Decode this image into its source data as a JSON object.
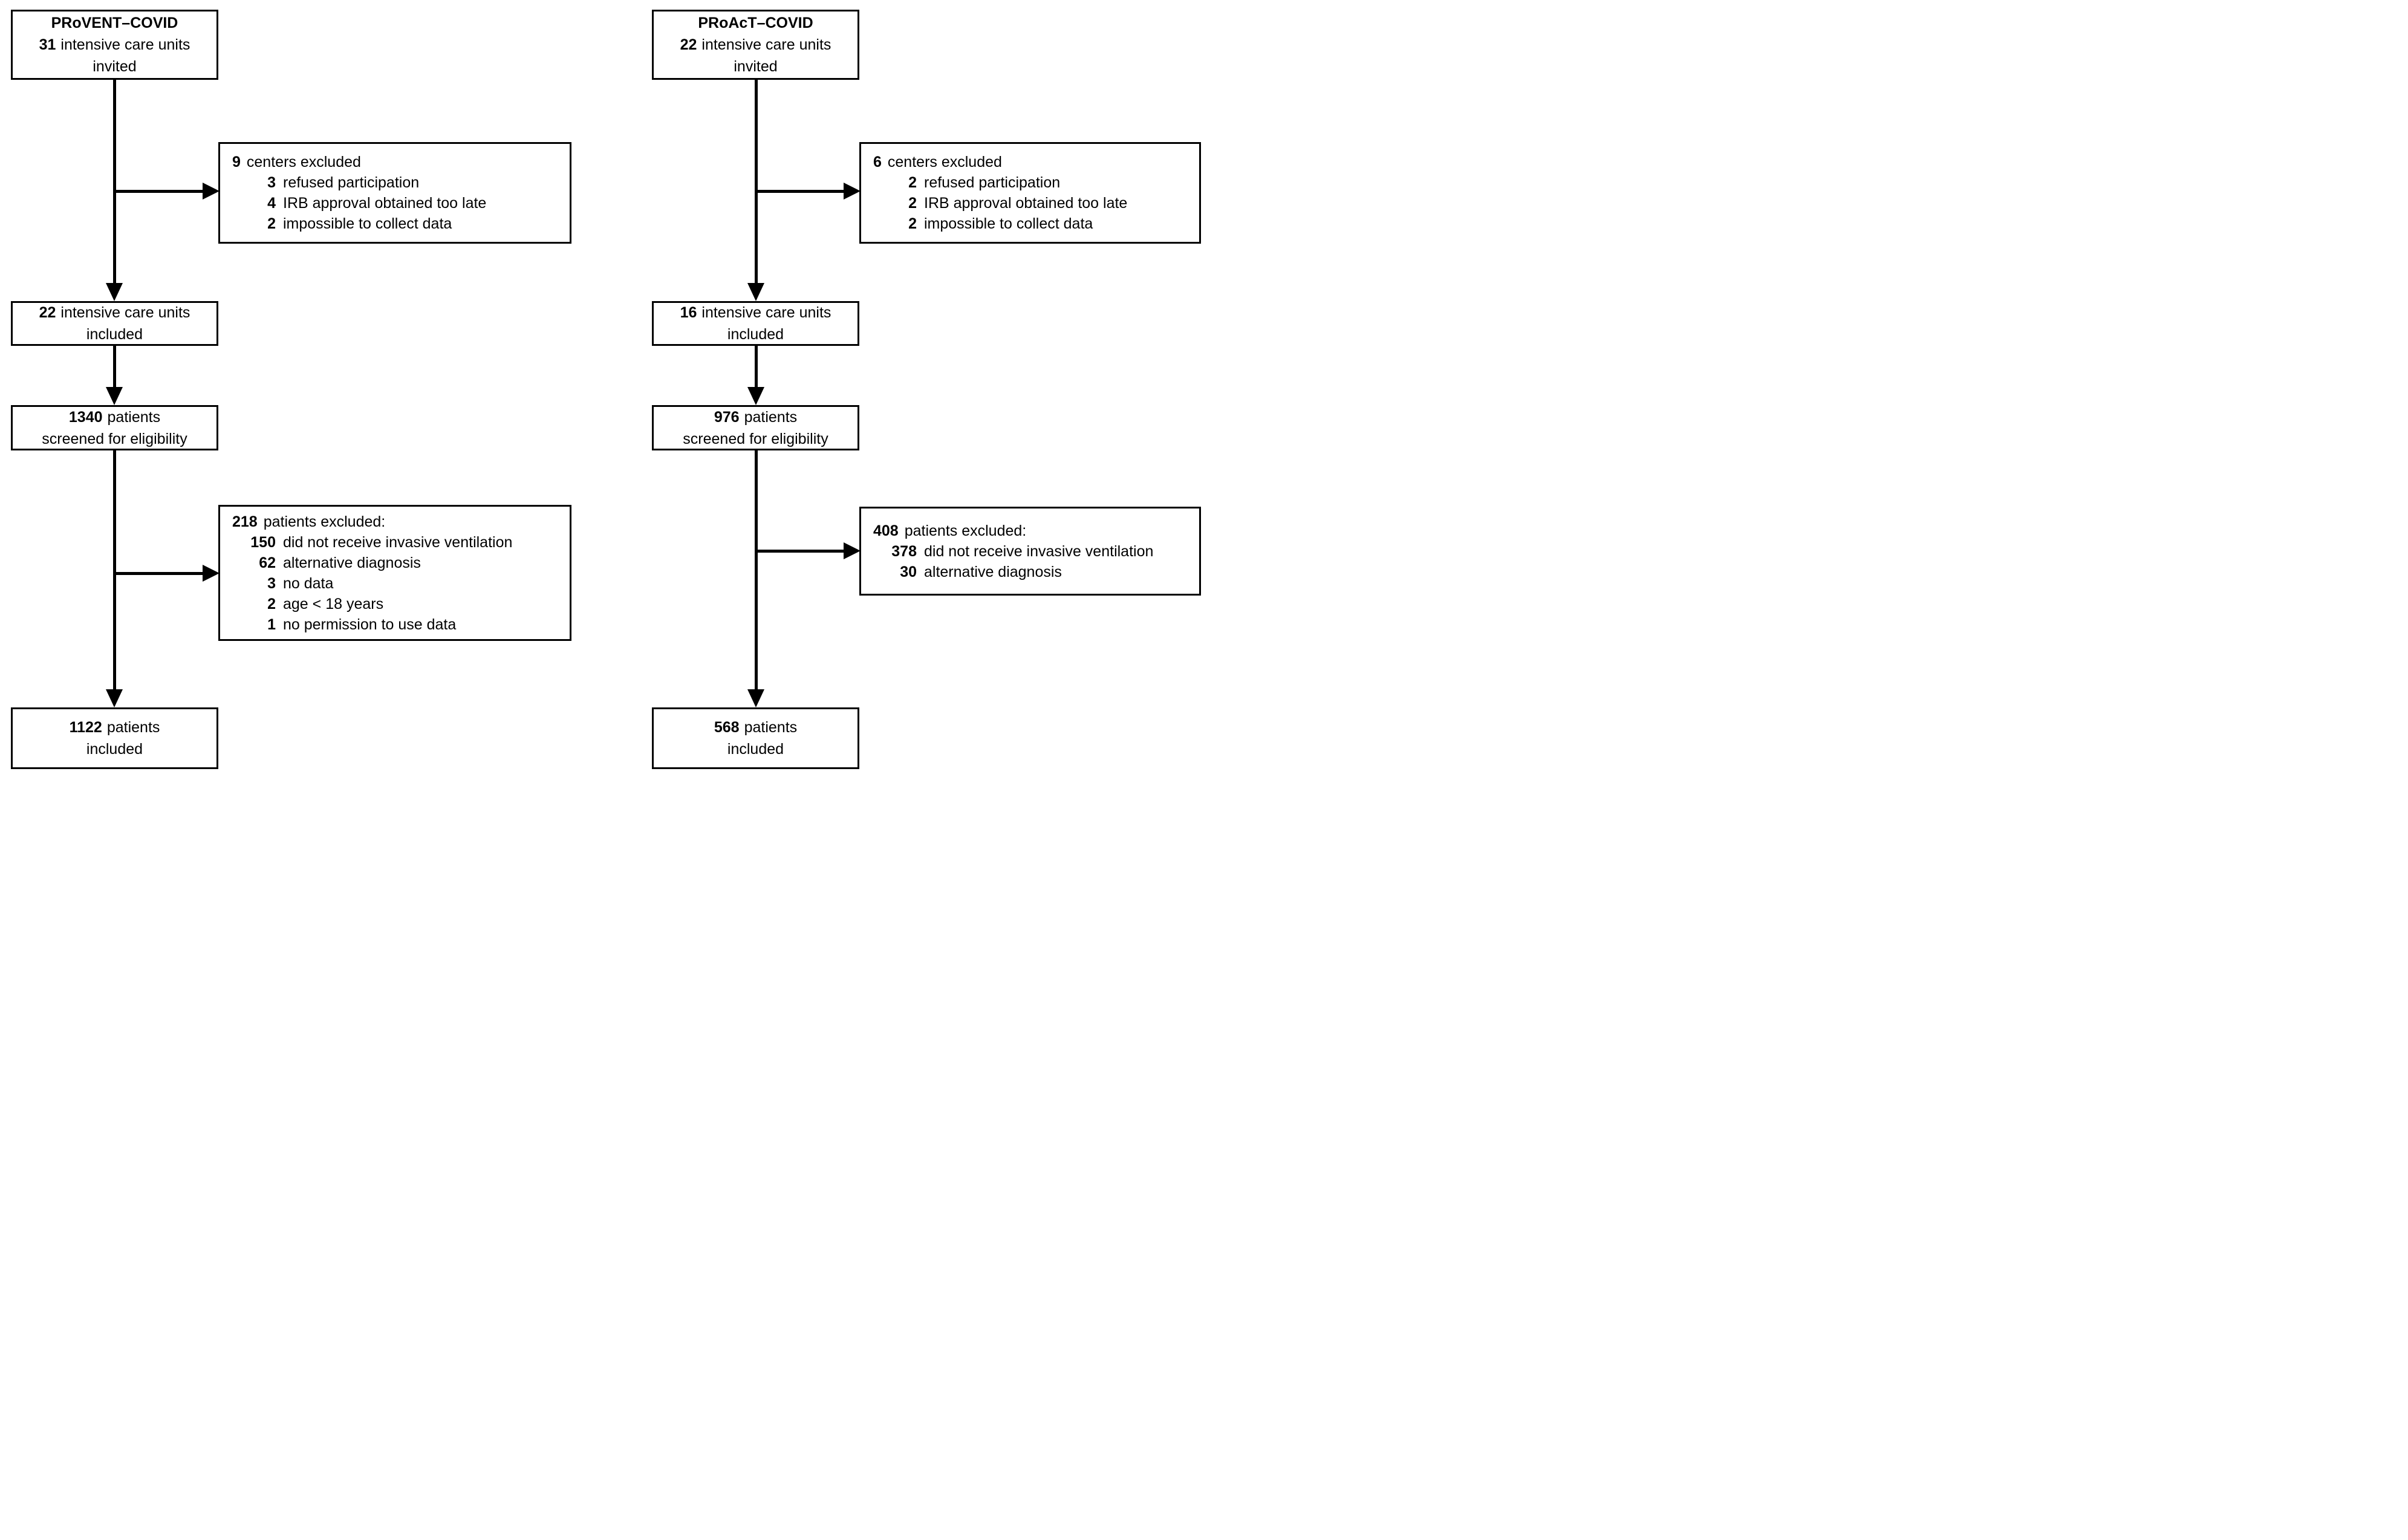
{
  "colors": {
    "background": "#ffffff",
    "line": "#000000",
    "box_border": "#000000",
    "text": "#000000"
  },
  "left": {
    "title": "PRoVENT–COVID",
    "invited": {
      "n": "31",
      "line1_rest": "intensive care units",
      "line2": "invited"
    },
    "centers_excluded": {
      "n": "9",
      "label": "centers excluded",
      "items": [
        {
          "n": "3",
          "label": "refused participation"
        },
        {
          "n": "4",
          "label": "IRB approval obtained too late"
        },
        {
          "n": "2",
          "label": "impossible to collect data"
        }
      ]
    },
    "included_units": {
      "n": "22",
      "line1_rest": "intensive care units",
      "line2": "included"
    },
    "screened": {
      "n": "1340",
      "line1_rest": "patients",
      "line2": "screened for eligibility"
    },
    "patients_excluded": {
      "n": "218",
      "label": "patients excluded:",
      "items": [
        {
          "n": "150",
          "label": "did not receive invasive ventilation"
        },
        {
          "n": "62",
          "label": "alternative diagnosis"
        },
        {
          "n": "3",
          "label": "no data"
        },
        {
          "n": "2",
          "label": "age < 18 years"
        },
        {
          "n": "1",
          "label": "no permission to use data"
        }
      ]
    },
    "included_patients": {
      "n": "1122",
      "line1_rest": "patients",
      "line2": "included"
    }
  },
  "right": {
    "title": "PRoAcT–COVID",
    "invited": {
      "n": "22",
      "line1_rest": "intensive care units",
      "line2": "invited"
    },
    "centers_excluded": {
      "n": "6",
      "label": "centers excluded",
      "items": [
        {
          "n": "2",
          "label": "refused participation"
        },
        {
          "n": "2",
          "label": "IRB approval obtained too late"
        },
        {
          "n": "2",
          "label": "impossible to collect data"
        }
      ]
    },
    "included_units": {
      "n": "16",
      "line1_rest": "intensive care units",
      "line2": "included"
    },
    "screened": {
      "n": "976",
      "line1_rest": "patients",
      "line2": "screened for eligibility"
    },
    "patients_excluded": {
      "n": "408",
      "label": "patients excluded:",
      "items": [
        {
          "n": "378",
          "label": "did not receive invasive ventilation"
        },
        {
          "n": "30",
          "label": "alternative diagnosis"
        }
      ]
    },
    "included_patients": {
      "n": "568",
      "line1_rest": "patients",
      "line2": "included"
    }
  }
}
